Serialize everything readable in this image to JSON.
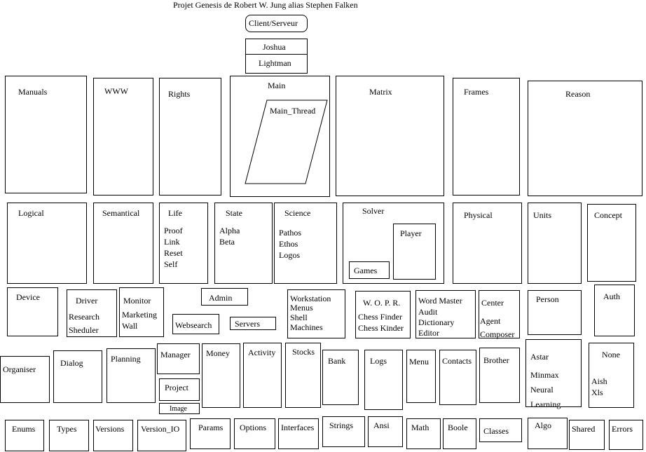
{
  "title": "Projet Genesis de Robert W. Jung alias Stephen Falken",
  "top": {
    "client": "Client/Serveur",
    "joshua": "Joshua",
    "lightman": "Lightman"
  },
  "row1": {
    "manuals": "Manuals",
    "www": "WWW",
    "rights": "Rights",
    "main": "Main",
    "main_thread": "Main_Thread",
    "matrix": "Matrix",
    "frames": "Frames",
    "reason": "Reason"
  },
  "row2": {
    "logical": "Logical",
    "semantical": "Semantical",
    "life": "Life",
    "life_items": [
      "Proof",
      "Link",
      "Reset",
      "Self"
    ],
    "state": "State",
    "state_items": [
      "Alpha",
      "Beta"
    ],
    "science": "Science",
    "science_items": [
      "Pathos",
      "Ethos",
      "Logos"
    ],
    "solver": "Solver",
    "games": "Games",
    "player": "Player",
    "physical": "Physical",
    "units": "Units",
    "concept": "Concept"
  },
  "row3": {
    "device": "Device",
    "driver": "Driver",
    "driver_items": [
      "Research",
      "Sheduler"
    ],
    "monitor": "Monitor",
    "monitor_items": [
      "Marketing",
      "Wall"
    ],
    "admin": "Admin",
    "websearch": "Websearch",
    "servers": "Servers",
    "workstation": "Workstation",
    "workstation_items": [
      "Menus",
      "Shell",
      "Machines"
    ],
    "wopr": "W. O. P. R.",
    "wopr_items": [
      "Chess Finder",
      "Chess Kinder"
    ],
    "word_master": "Word Master",
    "word_master_items": [
      "Audit",
      "Dictionary",
      "Editor"
    ],
    "center": "Center",
    "center_items": [
      "Agent",
      "Composer"
    ],
    "person": "Person",
    "auth": "Auth"
  },
  "row4": {
    "organiser": "Organiser",
    "dialog": "Dialog",
    "planning": "Planning",
    "manager": "Manager",
    "project": "Project",
    "image": "Image",
    "money": "Money",
    "activity": "Activity",
    "stocks": "Stocks",
    "bank": "Bank",
    "logs": "Logs",
    "menu": "Menu",
    "contacts": "Contacts",
    "brother": "Brother",
    "astar": "Astar",
    "astar_items": [
      "Minmax",
      "Neural",
      "Learning"
    ],
    "none": "None",
    "none_items": [
      "Aish",
      "Xls"
    ]
  },
  "row5": {
    "enums": "Enums",
    "types": "Types",
    "versions": "Versions",
    "version_io": "Version_IO",
    "params": "Params",
    "options": "Options",
    "interfaces": "Interfaces",
    "strings": "Strings",
    "ansi": "Ansi",
    "math": "Math",
    "boole": "Boole",
    "classes": "Classes",
    "algo": "Algo",
    "shared": "Shared",
    "errors": "Errors"
  }
}
